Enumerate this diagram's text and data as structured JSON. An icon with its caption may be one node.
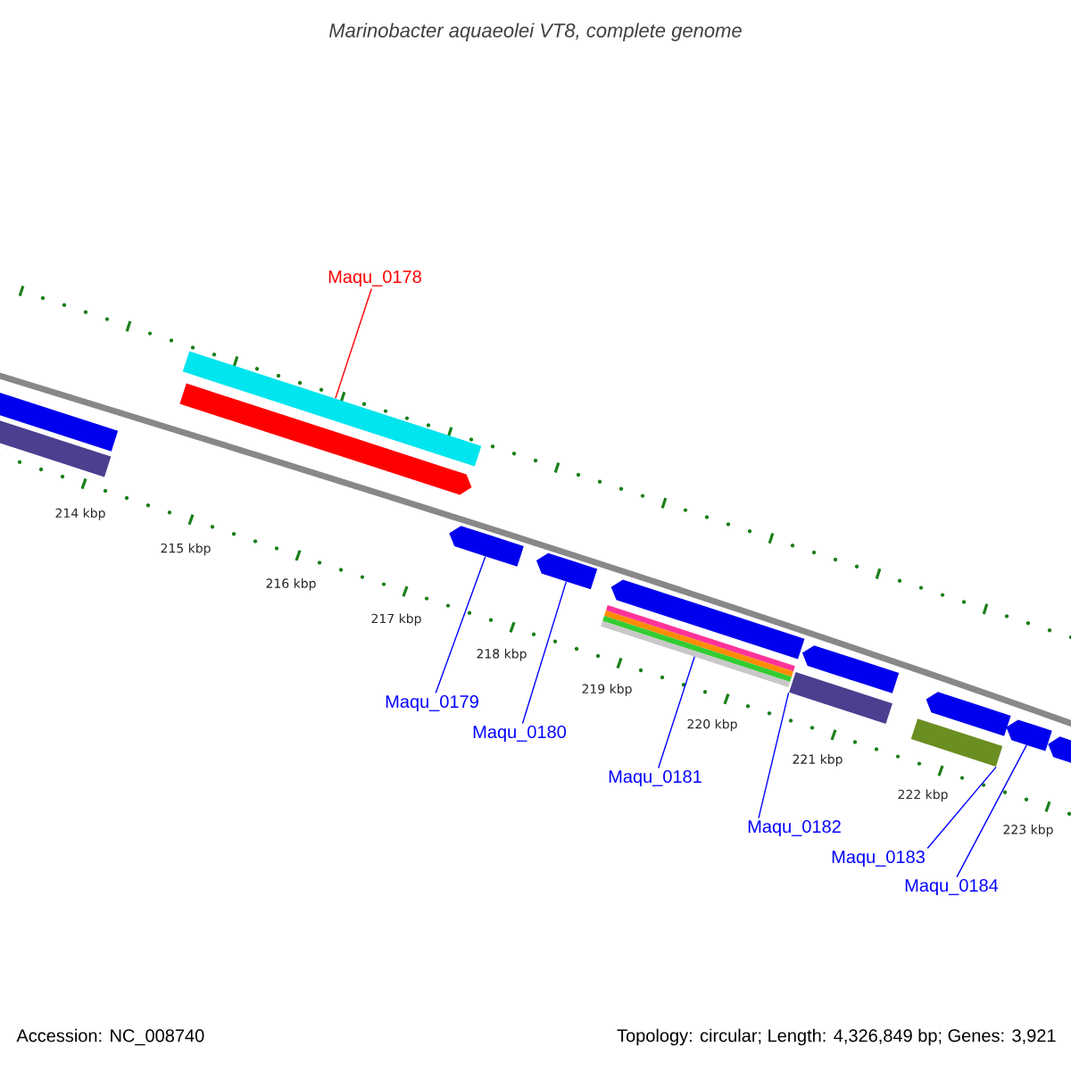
{
  "diagram": {
    "title": "Marinobacter aquaeolei VT8, complete genome",
    "nodes": [
      {
        "text": [
          "Maqu_0178"
        ]
      },
      {
        "text": [
          "Maqu_0179"
        ]
      },
      {
        "text": [
          "Maqu_0180"
        ]
      },
      {
        "text": [
          "Maqu_0181"
        ]
      },
      {
        "text": [
          "Maqu_0182"
        ]
      },
      {
        "text": [
          "Maqu_0183"
        ]
      },
      {
        "text": [
          "Maqu_0184"
        ]
      },
      {
        "text": [],
        "shape": "bar"
      },
      {
        "text": [],
        "shape": "bar"
      },
      {
        "text": [],
        "shape": "bar"
      },
      {
        "text": [],
        "shape": "bar"
      },
      {
        "text": [],
        "shape": "bar"
      },
      {
        "text": [],
        "shape": "bar"
      },
      {
        "text": [],
        "shape": "bar"
      },
      {
        "text": [],
        "shape": "bar"
      },
      {
        "text": [],
        "shape": "bar"
      },
      {
        "text": [],
        "shape": "bar"
      },
      {
        "text": [],
        "shape": "bar"
      },
      {
        "text": [],
        "shape": "bar"
      },
      {
        "text": [],
        "shape": "bar"
      },
      {
        "text": [],
        "shape": "bar"
      }
    ],
    "edges": [
      {
        "from": 0,
        "to": 10,
        "arrow": "none",
        "color": "#ff0000"
      },
      {
        "from": 1,
        "to": 11,
        "arrow": "none"
      },
      {
        "from": 2,
        "to": 12,
        "arrow": "none"
      },
      {
        "from": 3,
        "to": 13,
        "arrow": "none"
      },
      {
        "from": 4,
        "to": 15,
        "arrow": "none"
      },
      {
        "from": 5,
        "to": 17,
        "arrow": "none"
      },
      {
        "from": 6,
        "to": 19,
        "arrow": "none"
      }
    ],
    "labels": [
      "214 kbp",
      "215 kbp",
      "216 kbp",
      "217 kbp",
      "218 kbp",
      "219 kbp",
      "220 kbp",
      "221 kbp",
      "222 kbp",
      "223 kbp",
      "Accession: NC_008740",
      "Topology: circular; Length: 4,326,849 bp; Genes: 3,921"
    ]
  }
}
